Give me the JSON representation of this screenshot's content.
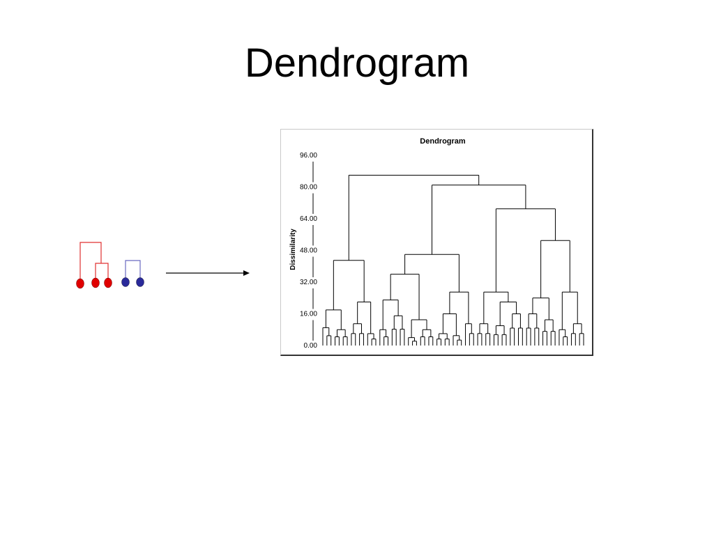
{
  "slide": {
    "title": "Dendrogram"
  },
  "illustration": {
    "red_color": "#e00000",
    "blue_color": "#2a2a9a",
    "red_link_color": "#e03030",
    "blue_link_color": "#6a6ac0"
  },
  "chart_data": {
    "type": "dendrogram",
    "title": "Dendrogram",
    "ylabel": "Dissimilarity",
    "yticks": [
      "96.00",
      "80.00",
      "64.00",
      "48.00",
      "32.00",
      "16.00",
      "0.00"
    ],
    "ylim": [
      0,
      96
    ],
    "top_merges": [
      {
        "height": 86,
        "joins": [
          "left cluster (height 43)",
          "right cluster (height 81)"
        ]
      },
      {
        "height": 81,
        "joins": [
          "middle cluster (height 46)",
          "right cluster (height 69)"
        ]
      },
      {
        "height": 69,
        "joins": [
          "cluster (height 27)",
          "cluster (height 53)"
        ]
      },
      {
        "height": 53,
        "joins": [
          "cluster (height 24)",
          "cluster (height 27)"
        ]
      },
      {
        "height": 46,
        "joins": [
          "cluster (height 36)",
          "cluster (height 27)"
        ]
      },
      {
        "height": 43,
        "joins": [
          "cluster (height 18)",
          "cluster (height 22)"
        ]
      },
      {
        "height": 36,
        "joins": [
          "cluster (height 23)",
          "cluster (height 13)"
        ]
      }
    ]
  }
}
